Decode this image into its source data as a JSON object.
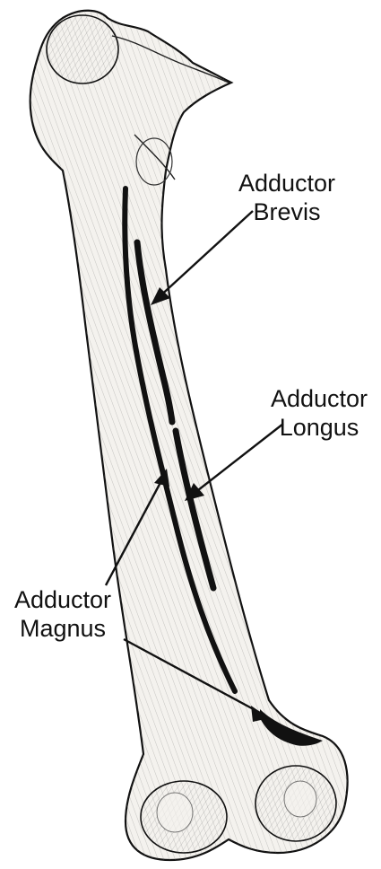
{
  "labels": {
    "adductor_brevis": {
      "line1": "Adductor",
      "line2": "Brevis"
    },
    "adductor_longus": {
      "line1": "Adductor",
      "line2": "Longus"
    },
    "adductor_magnus": {
      "line1": "Adductor",
      "line2": "Magnus"
    }
  },
  "colors": {
    "ink": "#111111",
    "bone_fill": "#f4f2ee",
    "hatch": "#6a6a6a",
    "background": "#ffffff"
  },
  "illustration": "femur-posterior-view-pen-sketch"
}
